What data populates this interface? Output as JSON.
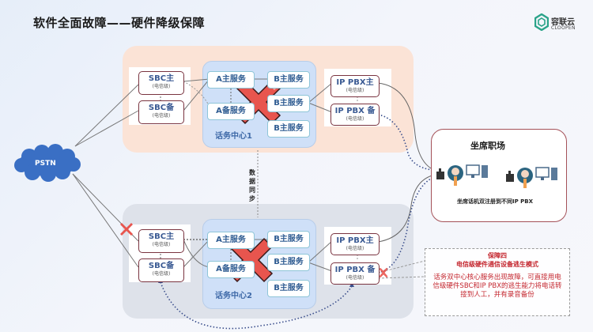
{
  "header": {
    "title": "软件全面故障——硬件降级保障",
    "logo_name": "容联云",
    "logo_sub": "CLOOPEN",
    "brand_color": "#2aa389"
  },
  "pstn": {
    "label": "PSTN",
    "color": "#3a6fc4"
  },
  "center1": {
    "label": "话务中心1",
    "sbc_main": {
      "label": "SBC主",
      "sub": "(电信级)"
    },
    "sbc_backup": {
      "label": "SBC备",
      "sub": "(电信级)"
    },
    "a_main": "A主服务",
    "a_backup": "A备服务",
    "b_services": [
      "B主服务",
      "B主服务",
      "B主服务"
    ],
    "pbx_main": {
      "label": "IP PBX主",
      "sub": "(电信级)"
    },
    "pbx_backup": {
      "label": "IP PBX 备",
      "sub": "(电信级)"
    },
    "status": "failed"
  },
  "center2": {
    "label": "话务中心2",
    "sbc_main": {
      "label": "SBC主",
      "sub": "(电信级)"
    },
    "sbc_backup": {
      "label": "SBC备",
      "sub": "(电信级)"
    },
    "a_main": "A主服务",
    "a_backup": "A备服务",
    "b_services": [
      "B主服务",
      "B主服务",
      "B主服务"
    ],
    "pbx_main": {
      "label": "IP PBX主",
      "sub": "(电信级)"
    },
    "pbx_backup": {
      "label": "IP PBX 备",
      "sub": "(电信级)"
    },
    "status": "failed"
  },
  "sync_label": "数据同步",
  "seats": {
    "title": "坐席职场",
    "note": "坐席话机双注册到不同IP PBX",
    "agents": 2
  },
  "callout": {
    "heading": "保障四",
    "subheading": "电信级硬件通信设备逃生模式",
    "body": "话务双中心核心服务出现故障，可直接用电信级硬件SBC和IP PBX的逃生能力将电话转接到人工，并有录音备份"
  },
  "colors": {
    "zone1": "#fbe3d6",
    "zone2": "#dee2ea",
    "fail_x": "#e8554e",
    "callout_text": "#c4262e"
  }
}
